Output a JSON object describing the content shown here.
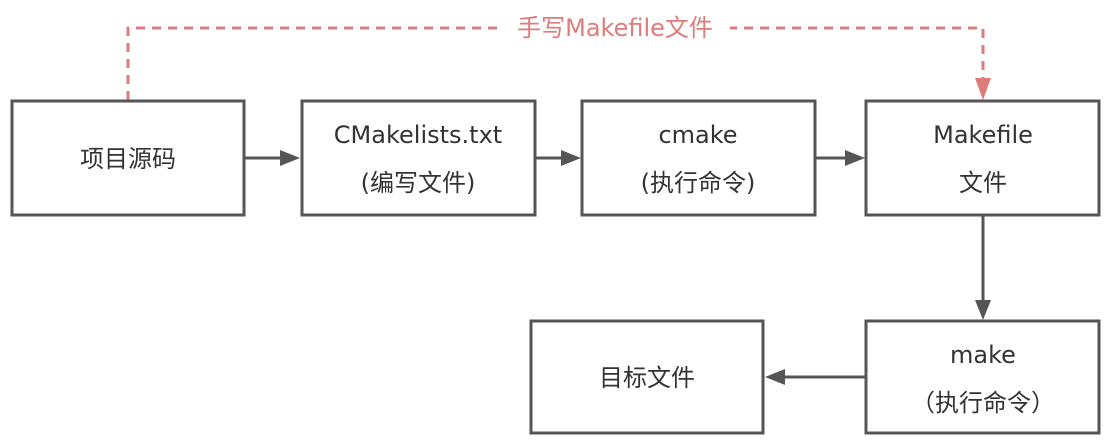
{
  "nodes": {
    "source_code": {
      "lines": [
        "项目源码"
      ]
    },
    "cmakelists": {
      "lines": [
        "CMakelists.txt",
        "(编写文件)"
      ]
    },
    "cmake": {
      "lines": [
        "cmake",
        "(执行命令)"
      ]
    },
    "makefile": {
      "lines": [
        "Makefile",
        "文件"
      ]
    },
    "make": {
      "lines": [
        "make",
        "（执行命令）"
      ]
    },
    "target": {
      "lines": [
        "目标文件"
      ]
    }
  },
  "edges": {
    "handwritten_label": "手写Makefile文件"
  },
  "colors": {
    "box_stroke": "#555555",
    "text": "#333333",
    "dashed_accent": "#e07b7b"
  }
}
